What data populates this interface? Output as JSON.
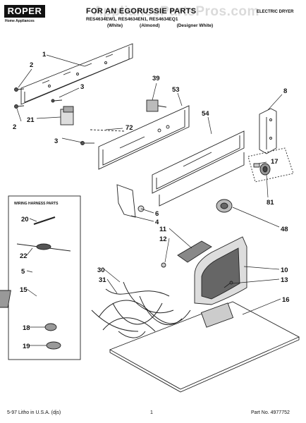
{
  "header": {
    "brand": "ROPER",
    "brand_sub": "Home Appliances",
    "title": "FOR AN EGORUSSIE PARTS",
    "models": "RES4634EW1, RES4634EN1, RES4634EQ1",
    "colors": [
      "(White)",
      "(Almond)",
      "(Designer White)"
    ],
    "category": "ELECTRIC DRYER",
    "watermark": "AppliancePartsPros.com"
  },
  "harness_box": {
    "title": "WIRING HARNESS PARTS"
  },
  "callouts": [
    {
      "id": "c1",
      "label": "1"
    },
    {
      "id": "c2a",
      "label": "2"
    },
    {
      "id": "c3a",
      "label": "3"
    },
    {
      "id": "c21",
      "label": "21"
    },
    {
      "id": "c2b",
      "label": "2"
    },
    {
      "id": "c3b",
      "label": "3"
    },
    {
      "id": "c72",
      "label": "72"
    },
    {
      "id": "c39",
      "label": "39"
    },
    {
      "id": "c53",
      "label": "53"
    },
    {
      "id": "c8",
      "label": "8"
    },
    {
      "id": "c54",
      "label": "54"
    },
    {
      "id": "c17",
      "label": "17"
    },
    {
      "id": "c81",
      "label": "81"
    },
    {
      "id": "c6",
      "label": "6"
    },
    {
      "id": "c4",
      "label": "4"
    },
    {
      "id": "c48",
      "label": "48"
    },
    {
      "id": "c11",
      "label": "11"
    },
    {
      "id": "c12",
      "label": "12"
    },
    {
      "id": "c10",
      "label": "10"
    },
    {
      "id": "c13",
      "label": "13"
    },
    {
      "id": "c30",
      "label": "30"
    },
    {
      "id": "c31",
      "label": "31"
    },
    {
      "id": "c16",
      "label": "16"
    },
    {
      "id": "c20",
      "label": "20"
    },
    {
      "id": "c22",
      "label": "22"
    },
    {
      "id": "c5",
      "label": "5"
    },
    {
      "id": "c15",
      "label": "15"
    },
    {
      "id": "c18",
      "label": "18"
    },
    {
      "id": "c19",
      "label": "19"
    }
  ],
  "footer": {
    "left": "5-97 Litho in U.S.A. (djs)",
    "page": "1",
    "part_no": "Part No. 4977752"
  }
}
